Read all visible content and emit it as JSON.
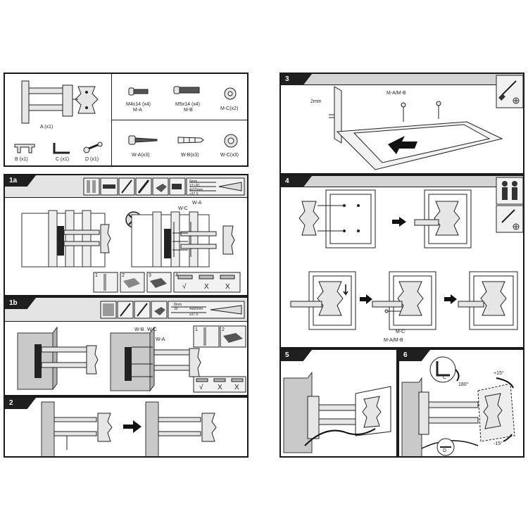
{
  "parts": {
    "a": "A (x1)",
    "b": "B (x1)",
    "c": "C (x1)",
    "d": "D (x1)",
    "ma_size": "M4x14 (x4)",
    "ma_name": "M-A",
    "mb_size": "M5x14 (x4)",
    "mb_name": "M-B",
    "mc": "M-C(x2)",
    "wa": "W-A(x3)",
    "wb": "W-B(x3)",
    "wc": "W-C(x3)"
  },
  "steps": {
    "s1a": "1a",
    "s1b": "1b",
    "s2": "2",
    "s3": "3",
    "s4": "4",
    "s5": "5",
    "s6": "6"
  },
  "step1a": {
    "wc": "W-C",
    "wa": "W-A",
    "drill1": "6mm",
    "drill2": "12~20",
    "drill3": "4x15mm",
    "drill4": "≥37.5",
    "sub1": "1",
    "sub2": "2",
    "sub3": "3",
    "sub4": "4",
    "check_ok": "√",
    "check_x1": "X",
    "check_x2": "X"
  },
  "step1b": {
    "wb": "W-B",
    "wc": "W-C",
    "wa": "W-A",
    "drill1": "8mm",
    "drill2": "30",
    "drill3": "4x80mm",
    "drill4": "≥37.5",
    "sub1": "1",
    "sub2": "2",
    "check_ok": "√",
    "check_x1": "X",
    "check_x2": "X"
  },
  "step3": {
    "gap": "2mm",
    "screws": "M-A/M-B"
  },
  "step4": {
    "mc": "M-C",
    "screws": "M-A/M-B"
  },
  "step6": {
    "tool_c": "C",
    "tool_d": "D",
    "rot": "180°",
    "tilt_up": "+15°",
    "tilt_down": "-15°"
  }
}
